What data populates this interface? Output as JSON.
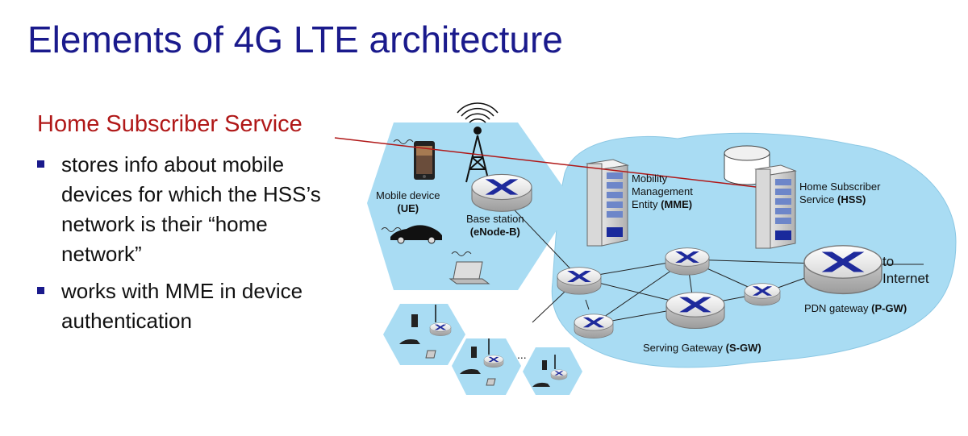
{
  "title": "Elements of 4G LTE architecture",
  "section_heading": "Home Subscriber Service",
  "bullets": [
    "stores info about mobile devices for which the HSS’s network is their “home network”",
    "works with MME in device authentication"
  ],
  "diagram": {
    "mobile_device": {
      "name": "Mobile device",
      "abbr": "(UE)"
    },
    "base_station": {
      "name": "Base station",
      "abbr": "(eNode-B)"
    },
    "mme": {
      "line1": "Mobility",
      "line2": "Management",
      "line3": "Entity",
      "abbr": "(MME)"
    },
    "hss": {
      "line1": "Home Subscriber",
      "line2": "Service",
      "abbr": "(HSS)"
    },
    "pgw": {
      "name": "PDN gateway",
      "abbr": "(P-GW)"
    },
    "sgw": {
      "name": "Serving Gateway",
      "abbr": "(S-GW)"
    },
    "internet": {
      "line1": "to",
      "line2": "Internet"
    },
    "ellipsis": "...",
    "colors": {
      "title": "#1a1a8c",
      "heading": "#b01818",
      "cell": "#a9dcf3",
      "core": "#a9dcf3",
      "router_x": "#1e2a9c",
      "server_rack": "#2a3aa8"
    }
  }
}
